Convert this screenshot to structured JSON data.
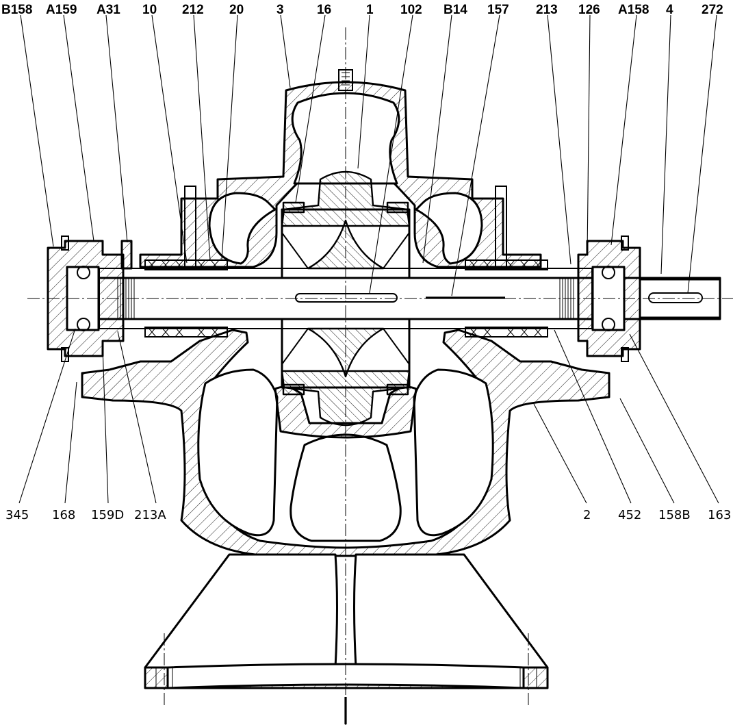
{
  "drawing": {
    "top_labels": [
      "B158",
      "A159",
      "A31",
      "10",
      "212",
      "20",
      "3",
      "16",
      "1",
      "102",
      "B14",
      "157",
      "213",
      "126",
      "A158",
      "4",
      "272"
    ],
    "bottom_labels": [
      "345",
      "168",
      "159D",
      "213A",
      "2",
      "452",
      "158B",
      "163"
    ]
  }
}
